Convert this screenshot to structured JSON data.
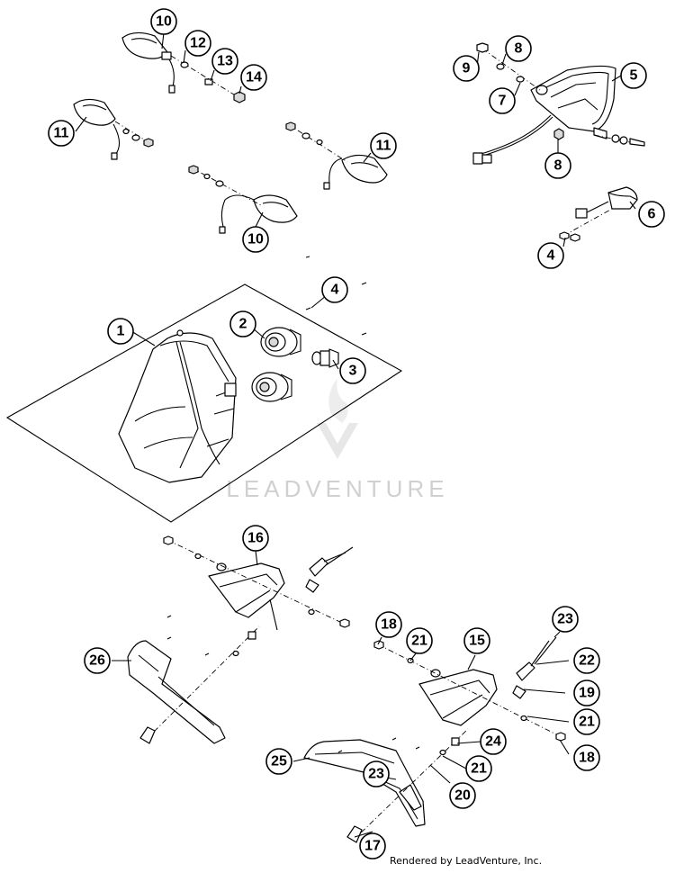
{
  "watermark": "LEADVENTURE",
  "credit": "Rendered by LeadVenture, Inc.",
  "callouts": [
    {
      "id": "c10a",
      "label": "10"
    },
    {
      "id": "c12",
      "label": "12"
    },
    {
      "id": "c13",
      "label": "13"
    },
    {
      "id": "c14",
      "label": "14"
    },
    {
      "id": "c11a",
      "label": "11"
    },
    {
      "id": "c11b",
      "label": "11"
    },
    {
      "id": "c10b",
      "label": "10"
    },
    {
      "id": "c9",
      "label": "9"
    },
    {
      "id": "c8a",
      "label": "8"
    },
    {
      "id": "c5",
      "label": "5"
    },
    {
      "id": "c7",
      "label": "7"
    },
    {
      "id": "c8b",
      "label": "8"
    },
    {
      "id": "c6",
      "label": "6"
    },
    {
      "id": "c4a",
      "label": "4"
    },
    {
      "id": "c4b",
      "label": "4"
    },
    {
      "id": "c1",
      "label": "1"
    },
    {
      "id": "c2",
      "label": "2"
    },
    {
      "id": "c3",
      "label": "3"
    },
    {
      "id": "c16",
      "label": "16"
    },
    {
      "id": "c26",
      "label": "26"
    },
    {
      "id": "c18a",
      "label": "18"
    },
    {
      "id": "c21a",
      "label": "21"
    },
    {
      "id": "c15",
      "label": "15"
    },
    {
      "id": "c23a",
      "label": "23"
    },
    {
      "id": "c22",
      "label": "22"
    },
    {
      "id": "c19",
      "label": "19"
    },
    {
      "id": "c21b",
      "label": "21"
    },
    {
      "id": "c18b",
      "label": "18"
    },
    {
      "id": "c23b",
      "label": "23"
    },
    {
      "id": "c24",
      "label": "24"
    },
    {
      "id": "c21c",
      "label": "21"
    },
    {
      "id": "c25",
      "label": "25"
    },
    {
      "id": "c20",
      "label": "20"
    },
    {
      "id": "c17",
      "label": "17"
    }
  ]
}
